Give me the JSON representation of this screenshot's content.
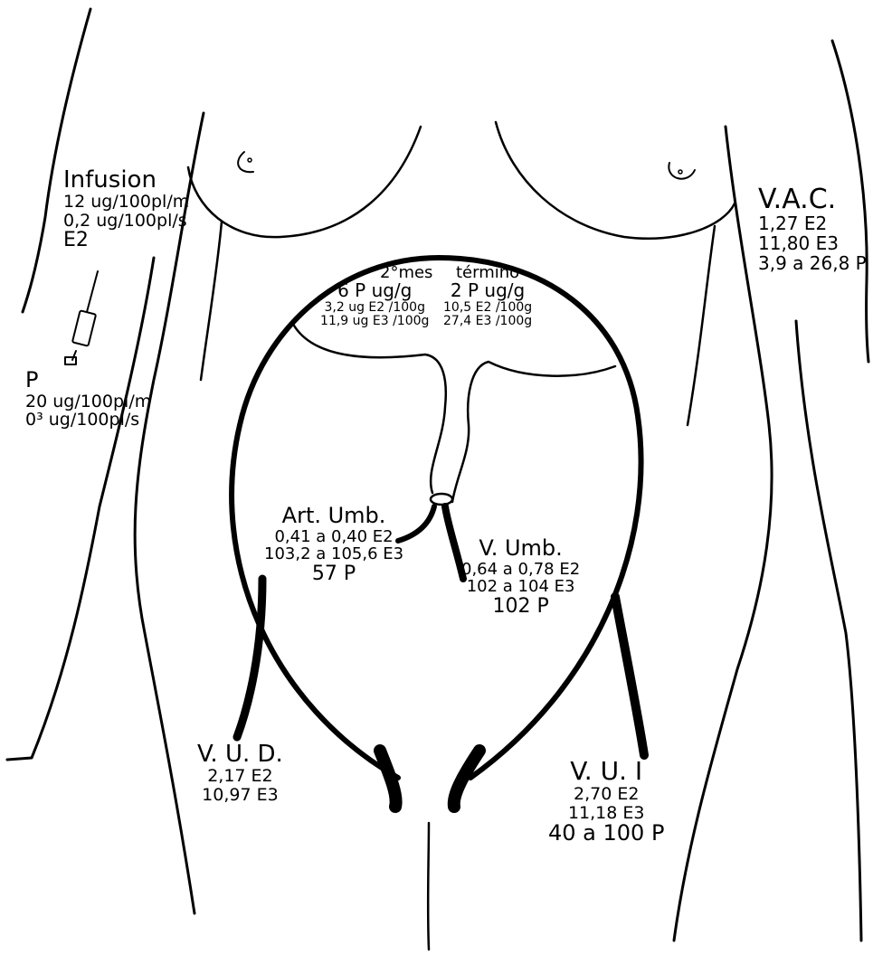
{
  "colors": {
    "ink": "#000000",
    "paper": "#ffffff"
  },
  "infusion": {
    "title": "Infusion",
    "lines": [
      "12 ug/100pl/m",
      "0,2 ug/100pl/s",
      "E2"
    ]
  },
  "infusion_p": {
    "title": "P",
    "lines": [
      "20 ug/100pl/m",
      "0³ ug/100pl/s"
    ]
  },
  "vac": {
    "title": "V.A.C.",
    "lines": [
      "1,27 E2",
      "11,80 E3",
      "3,9 a 26,8 P"
    ]
  },
  "placenta": {
    "early": {
      "title": "2°mes",
      "lines": [
        "6 P ug/g",
        "3,2 ug E2 /100g",
        "11,9 ug E3 /100g"
      ]
    },
    "term": {
      "title": "término",
      "lines": [
        "2 P ug/g",
        "10,5 E2 /100g",
        "27,4 E3 /100g"
      ]
    }
  },
  "art_umb": {
    "title": "Art. Umb.",
    "lines": [
      "0,41 a 0,40 E2",
      "103,2 a 105,6 E3",
      "57 P"
    ]
  },
  "v_umb": {
    "title": "V. Umb.",
    "lines": [
      "0,64 a 0,78 E2",
      "102 a 104 E3",
      "102 P"
    ]
  },
  "vud": {
    "title": "V. U. D.",
    "lines": [
      "2,17 E2",
      "10,97 E3"
    ]
  },
  "vui": {
    "title": "V. U. I",
    "lines": [
      "2,70 E2",
      "11,18 E3",
      "40 a 100 P"
    ]
  }
}
